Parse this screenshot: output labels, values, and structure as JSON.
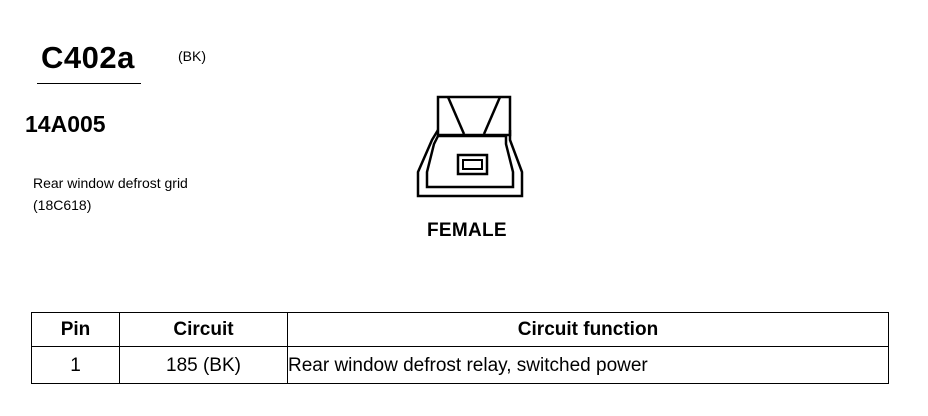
{
  "connector": {
    "id": "C402a",
    "color": "(BK)",
    "part_number": "14A005",
    "component_name": "Rear window defrost grid",
    "component_ref": "(18C618)",
    "gender": "FEMALE"
  },
  "table": {
    "headers": [
      "Pin",
      "Circuit",
      "Circuit function"
    ],
    "rows": [
      {
        "pin": "1",
        "circuit": "185 (BK)",
        "function": "Rear window defrost relay, switched power"
      }
    ]
  }
}
